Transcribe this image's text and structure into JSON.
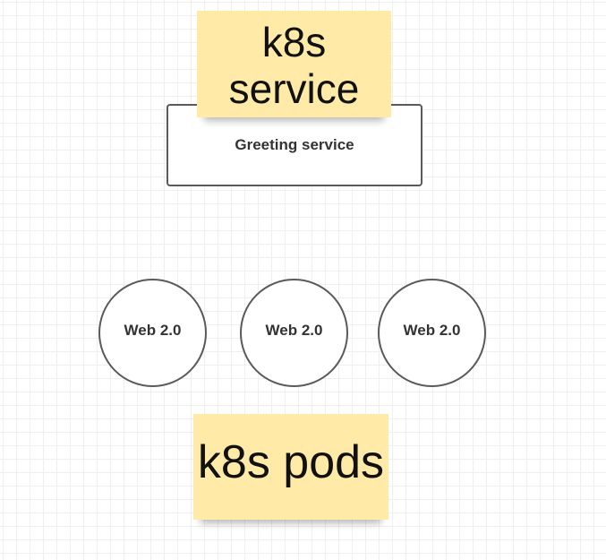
{
  "service": {
    "label": "Greeting service"
  },
  "pods": [
    {
      "label": "Web 2.0"
    },
    {
      "label": "Web 2.0"
    },
    {
      "label": "Web 2.0"
    }
  ],
  "notes": {
    "service_note": "k8s service",
    "pods_note": "k8s pods"
  },
  "colors": {
    "sticky_fill": "#ffeaa7",
    "shape_stroke": "#5a5a5a",
    "grid_line": "#efefef",
    "label_text": "#333333"
  }
}
